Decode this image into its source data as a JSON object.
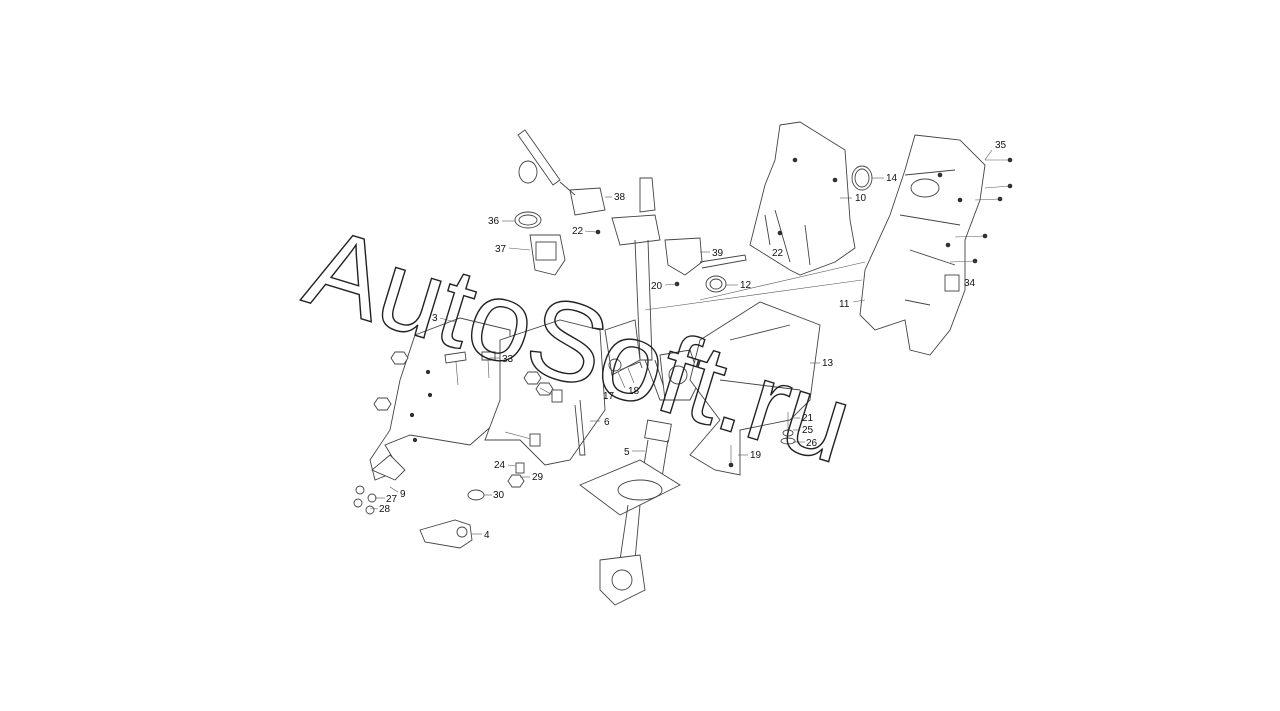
{
  "watermark": "AutoSoft.ru",
  "callouts": [
    {
      "n": "35"
    },
    {
      "n": "14"
    },
    {
      "n": "10"
    },
    {
      "n": "38"
    },
    {
      "n": "36"
    },
    {
      "n": "22"
    },
    {
      "n": "37"
    },
    {
      "n": "39"
    },
    {
      "n": "22"
    },
    {
      "n": "20"
    },
    {
      "n": "12"
    },
    {
      "n": "34"
    },
    {
      "n": "11"
    },
    {
      "n": "3"
    },
    {
      "n": "33"
    },
    {
      "n": "13"
    },
    {
      "n": "17"
    },
    {
      "n": "18"
    },
    {
      "n": "6"
    },
    {
      "n": "21"
    },
    {
      "n": "25"
    },
    {
      "n": "26"
    },
    {
      "n": "19"
    },
    {
      "n": "5"
    },
    {
      "n": "24"
    },
    {
      "n": "29"
    },
    {
      "n": "30"
    },
    {
      "n": "9"
    },
    {
      "n": "27"
    },
    {
      "n": "28"
    },
    {
      "n": "4"
    }
  ]
}
